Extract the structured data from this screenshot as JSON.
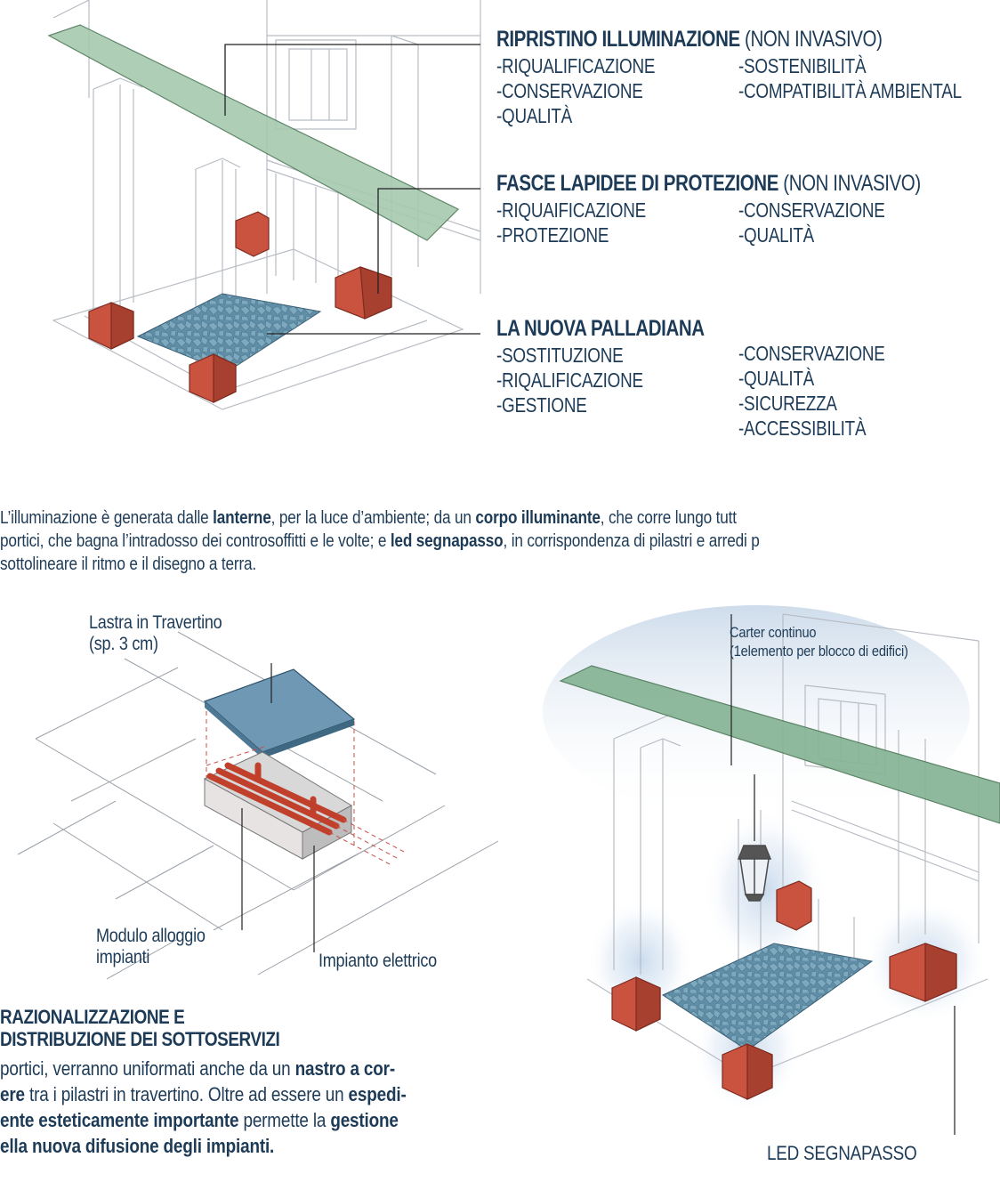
{
  "section1": {
    "title_bold": "RIPRISTINO ILLUMINAZIONE",
    "title_light": "(NON INVASIVO)",
    "col1": [
      "-RIQUALIFICAZIONE",
      "-CONSERVAZIONE",
      "-QUALITÀ"
    ],
    "col2": [
      "-SOSTENIBILITÀ",
      "-COMPATIBILITÀ AMBIENTAL"
    ]
  },
  "section2": {
    "title_bold": "FASCE LAPIDEE DI PROTEZIONE",
    "title_light": "(NON INVASIVO)",
    "col1": [
      "-RIQUAIFICAZIONE",
      "-PROTEZIONE"
    ],
    "col2": [
      "-CONSERVAZIONE",
      "-QUALITÀ"
    ]
  },
  "section3": {
    "title_bold": "LA NUOVA PALLADIANA",
    "col1": [
      "-SOSTITUZIONE",
      "-RIQALIFICAZIONE",
      "-GESTIONE"
    ],
    "col2": [
      "-CONSERVAZIONE",
      "-QUALITÀ",
      "-SICUREZZA",
      "-ACCESSIBILITÀ"
    ]
  },
  "paragraph": {
    "line1_a": "L’illuminazione è generata dalle ",
    "line1_b": "lanterne",
    "line1_c": ", per la luce d’ambiente; da un ",
    "line1_d": "corpo illuminante",
    "line1_e": ", che corre lungo tutt",
    "line2_a": "portici, che bagna l’intradosso dei controsoffitti e le volte; e ",
    "line2_b": "led segnapasso",
    "line2_c": ", in corrispondenza di pilastri e arredi p",
    "line3": "sottolineare il ritmo e il disegno a terra."
  },
  "detail": {
    "lastra_line1": "Lastra in Travertino",
    "lastra_line2": "(sp. 3 cm)",
    "modulo_line1": "Modulo alloggio",
    "modulo_line2": "impianti",
    "impianto": "Impianto elettrico"
  },
  "rational": {
    "title_line1": "RAZIONALIZZAZIONE E",
    "title_line2": "DISTRIBUZIONE DEI SOTTOSERVIZI",
    "l1_a": " portici, verranno uniformati anche da un ",
    "l1_b": "nastro a cor-",
    "l2_a": "ere",
    "l2_b": " tra i pilastri in travertino. Oltre ad essere un ",
    "l2_c": "espedi-",
    "l3_a": "ente esteticamente importante",
    "l3_b": " permette la ",
    "l3_c": "gestione",
    "l4": "ella nuova difusione degli impianti."
  },
  "render": {
    "carter_line1": "Carter continuo",
    "carter_line2": "(1elemento per blocco di edifici)",
    "led": "LED SEGNAPASSO"
  },
  "colors": {
    "text": "#1d3b57",
    "green_band": "#9cc4a4",
    "brick": "#c9533f",
    "paving": "#5f8ea6",
    "lastra": "#6f98b4",
    "wire": "#b8bcc4"
  }
}
